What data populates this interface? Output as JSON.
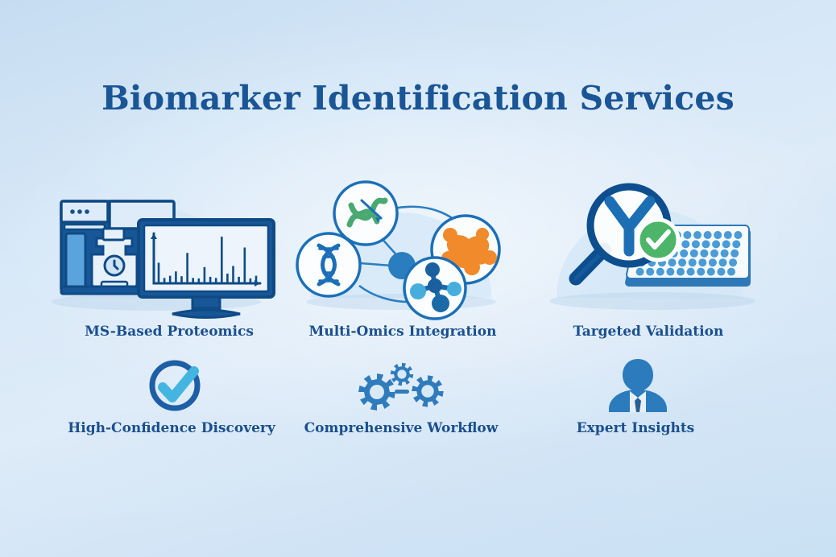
{
  "page": {
    "title": "Biomarker Identification Services",
    "background_top": "#c6ddf1",
    "background_bottom": "#c9e1f4",
    "title_color": "#1a5596",
    "label_color": "#1a4f8f"
  },
  "services": [
    {
      "id": "ms-based-proteomics",
      "label": "MS-Based Proteomics",
      "illustration": "mass-spectrometer-with-monitor",
      "colors": {
        "instrument_dark": "#1a5fa8",
        "instrument_body": "#15508f",
        "panel_light": "#5ba3dd",
        "screen": "#eef5fc",
        "outline": "#0f4c8a"
      },
      "spectrum_peaks": [
        38,
        10,
        14,
        22,
        13,
        56,
        10,
        9,
        30,
        12,
        10,
        86,
        18,
        32,
        12,
        66,
        9,
        14
      ]
    },
    {
      "id": "multi-omics-integration",
      "label": "Multi-Omics Integration",
      "illustration": "connected-omics-network",
      "nodes": [
        {
          "name": "rna-structure-node",
          "color": "#4aa971",
          "position": "top"
        },
        {
          "name": "dna-helix-node",
          "color": "#1b6fb8",
          "position": "left"
        },
        {
          "name": "protein-blob-node",
          "color": "#f08a2a",
          "position": "right"
        },
        {
          "name": "molecule-node",
          "color": "#1a6aa8",
          "position": "bottom"
        }
      ],
      "hub_color": "#2a7ec0",
      "link_color": "#2a7ec0"
    },
    {
      "id": "targeted-validation",
      "label": "Targeted Validation",
      "illustration": "magnifier-antibody-microplate",
      "colors": {
        "magnifier": "#0d4e8f",
        "antibody": "#1c6fb4",
        "check": "#4cb56a",
        "plate_well": "#4a9bd6",
        "plate_body": "#f3f8fd"
      },
      "plate_rows": 5,
      "plate_cols": 10
    }
  ],
  "features": [
    {
      "id": "high-confidence-discovery",
      "label": "High-Confidence Discovery",
      "icon": "check-circle-icon",
      "colors": {
        "ring": "#1d5fa6",
        "check": "#44b5e0"
      }
    },
    {
      "id": "comprehensive-workflow",
      "label": "Comprehensive Workflow",
      "icon": "gears-icon",
      "colors": {
        "gear": "#2f7cbd"
      }
    },
    {
      "id": "expert-insights",
      "label": "Expert Insights",
      "icon": "business-person-icon",
      "colors": {
        "person": "#2b7bbd",
        "tie": "#f1f7fc"
      }
    }
  ]
}
